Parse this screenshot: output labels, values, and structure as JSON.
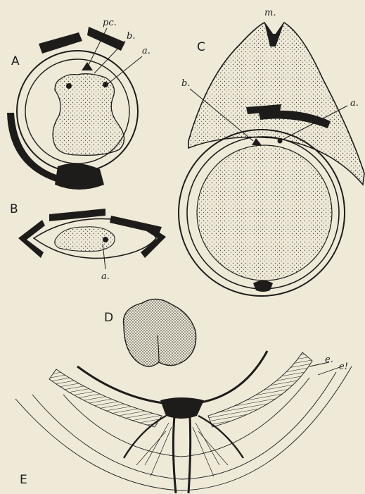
{
  "colors": {
    "paper": "#efe9d8",
    "ink": "#1d1c1a",
    "stipple": "#4a463f"
  },
  "panels": {
    "A": {
      "letter": "A",
      "callouts": {
        "pc": "pc.",
        "b": "b.",
        "a": "a."
      }
    },
    "B": {
      "letter": "B",
      "callouts": {
        "a": "a."
      }
    },
    "C": {
      "letter": "C",
      "callouts": {
        "m": "m.",
        "b": "b.",
        "a": "a."
      }
    },
    "D": {
      "letter": "D"
    },
    "E": {
      "letter": "E",
      "callouts": {
        "e": "e.",
        "e1": "e!"
      }
    }
  }
}
